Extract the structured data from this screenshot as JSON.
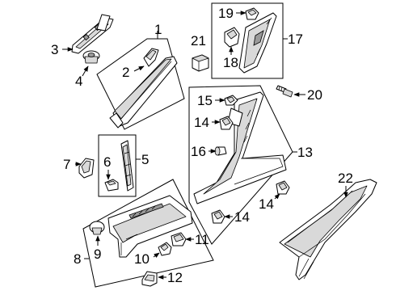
{
  "diagram": {
    "callouts": {
      "c1": "1",
      "c2": "2",
      "c3": "3",
      "c4": "4",
      "c5": "5",
      "c6": "6",
      "c7": "7",
      "c8": "8",
      "c9": "9",
      "c10": "10",
      "c11": "11",
      "c12": "12",
      "c13": "13",
      "c14a": "14",
      "c14b": "14",
      "c14c": "14",
      "c15": "15",
      "c16": "16",
      "c17": "17",
      "c18": "18",
      "c19": "19",
      "c20": "20",
      "c21": "21",
      "c22": "22"
    }
  }
}
